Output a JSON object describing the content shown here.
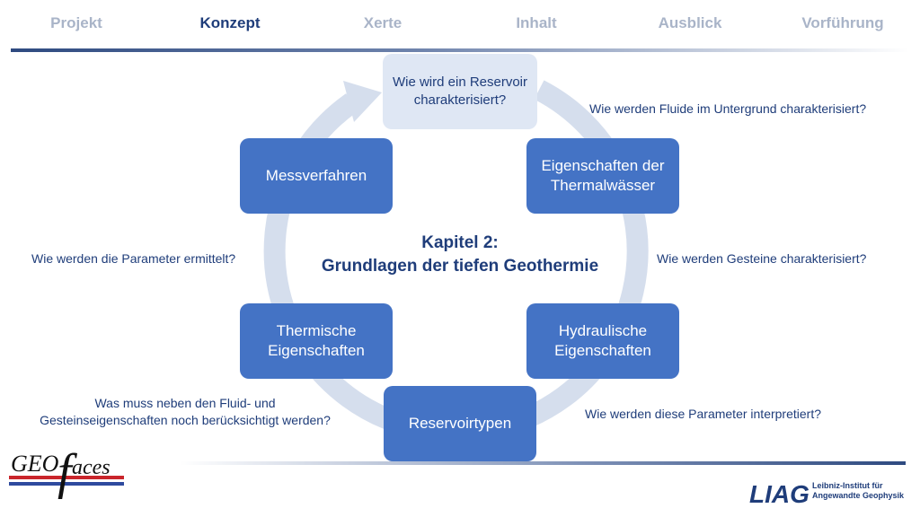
{
  "nav": {
    "items": [
      {
        "label": "Projekt",
        "active": false
      },
      {
        "label": "Konzept",
        "active": true
      },
      {
        "label": "Xerte",
        "active": false
      },
      {
        "label": "Inhalt",
        "active": false
      },
      {
        "label": "Ausblick",
        "active": false
      },
      {
        "label": "Vorführung",
        "active": false
      }
    ]
  },
  "cycle": {
    "nodes": [
      {
        "id": "reservoir-question",
        "label": "Wie wird ein Reservoir charakterisiert?"
      },
      {
        "id": "thermalwasser",
        "label": "Eigenschaften der Thermalwässer"
      },
      {
        "id": "hydraulisch",
        "label": "Hydraulische Eigenschaften"
      },
      {
        "id": "reservoirtypen",
        "label": "Reservoirtypen"
      },
      {
        "id": "thermisch",
        "label": "Thermische Eigenschaften"
      },
      {
        "id": "messverfahren",
        "label": "Messverfahren"
      }
    ],
    "center": {
      "line1": "Kapitel 2:",
      "line2": "Grundlagen der tiefen Geothermie"
    }
  },
  "questions": {
    "fluide": "Wie werden Fluide im Untergrund charakterisiert?",
    "gesteine": "Wie werden Gesteine charakterisiert?",
    "interpretiert": "Wie werden diese Parameter interpretiert?",
    "neben_line1": "Was muss neben den Fluid- und",
    "neben_line2": "Gesteinseigenschaften noch berücksichtigt werden?",
    "ermittelt": "Wie werden die Parameter ermittelt?"
  },
  "logos": {
    "geofaces": {
      "geo": "GEO",
      "f": "f",
      "aces": "aces"
    },
    "liag": {
      "mark": "LIAG",
      "line1": "Leibniz-Institut für",
      "line2": "Angewandte Geophysik"
    }
  },
  "colors": {
    "box_fill": "#4473c5",
    "box_top_fill": "#dfe7f4",
    "ring": "#d5deed",
    "text": "#1f3d7a",
    "nav_inactive": "#a9b4c8"
  }
}
